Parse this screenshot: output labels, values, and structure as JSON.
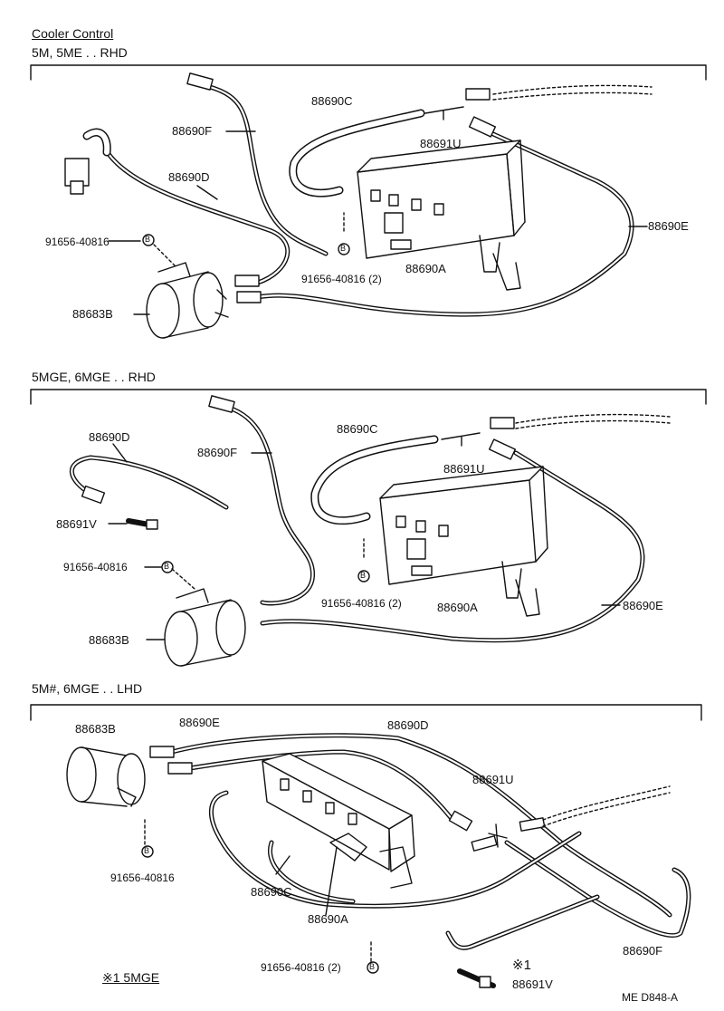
{
  "title": "Cooler Control",
  "sections": [
    {
      "heading": "5M, 5ME . . RHD",
      "labels": {
        "hose_c": "88690C",
        "hose_f": "88690F",
        "hose_d": "88690D",
        "joint_u": "88691U",
        "hose_e": "88690E",
        "bolt": "91656-40816",
        "bolt_x2": "91656-40816 (2)",
        "hose_a": "88690A",
        "actuator": "88683B",
        "bolt_mark": "B"
      }
    },
    {
      "heading": "5MGE, 6MGE . . RHD",
      "labels": {
        "hose_d": "88690D",
        "hose_c": "88690C",
        "hose_f": "88690F",
        "joint_u": "88691U",
        "valve_v": "88691V",
        "bolt": "91656-40816",
        "bolt_x2": "91656-40816 (2)",
        "hose_a": "88690A",
        "hose_e": "88690E",
        "actuator": "88683B",
        "bolt_mark": "B"
      }
    },
    {
      "heading": "5M#, 6MGE . . LHD",
      "labels": {
        "actuator": "88683B",
        "hose_e": "88690E",
        "hose_d": "88690D",
        "joint_u": "88691U",
        "bolt": "91656-40816",
        "hose_c": "88690C",
        "hose_a": "88690A",
        "hose_f": "88690F",
        "bolt_x2": "91656-40816 (2)",
        "valve_v": "88691V",
        "note_mark": "※1",
        "bolt_mark": "B"
      }
    }
  ],
  "footnote": "※1 5MGE",
  "figure_code": "ME  D848-A"
}
